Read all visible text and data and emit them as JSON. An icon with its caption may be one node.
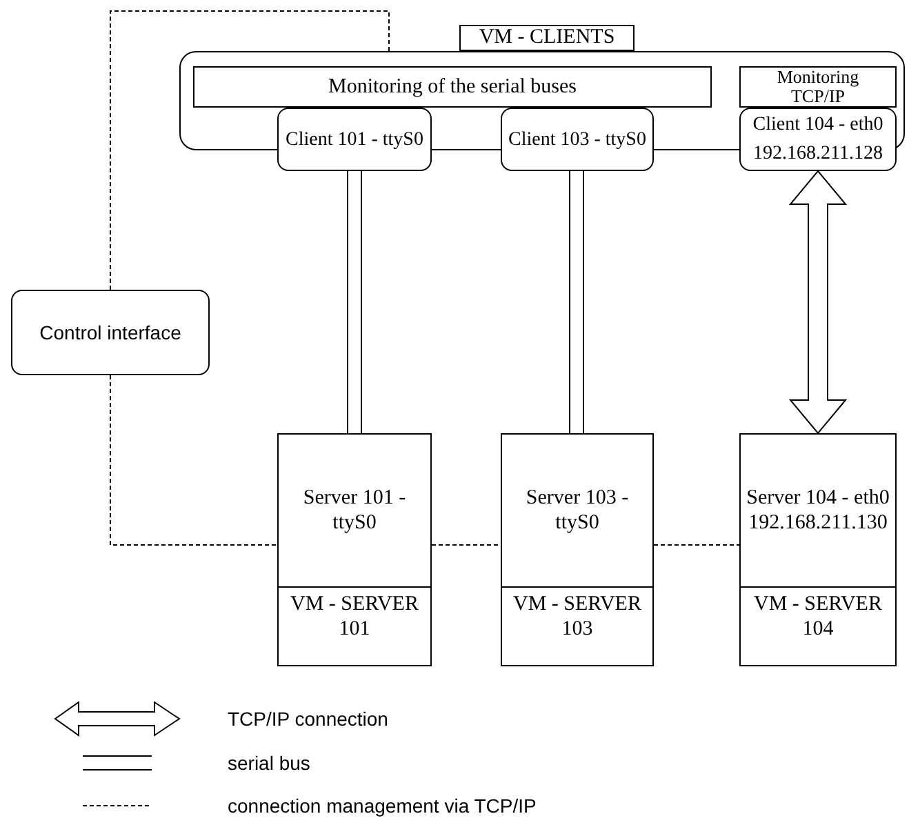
{
  "diagram": {
    "nodes": [
      {
        "text": [
          "VM - CLIENTS"
        ]
      },
      {
        "text": [
          "Monitoring of the serial buses"
        ],
        "in": 0
      },
      {
        "text": [
          "Monitoring TCP/IP"
        ],
        "in": 0
      },
      {
        "text": [
          "Client 101 - ttyS0"
        ]
      },
      {
        "text": [
          "Client 103 - ttyS0"
        ]
      },
      {
        "text": [
          "Client 104 - eth0 192.168.211.128"
        ]
      },
      {
        "text": [
          "Control interface"
        ]
      },
      {
        "text": [
          "Server 101 - ttyS0",
          "VM - SERVER 101"
        ]
      },
      {
        "text": [
          "Server 103 - ttyS0",
          "VM - SERVER 103"
        ]
      },
      {
        "text": [
          "Server 104 - eth0 192.168.211.130",
          "VM - SERVER 104"
        ]
      }
    ],
    "edges": [
      {
        "from": 3,
        "to": 7,
        "arrow": "none"
      },
      {
        "from": 4,
        "to": 8,
        "arrow": "none"
      },
      {
        "from": 5,
        "to": 9,
        "arrow": "both",
        "style": "thick"
      },
      {
        "from": 6,
        "to": 0,
        "arrow": "none",
        "style": "dashed"
      },
      {
        "from": 6,
        "to": 7,
        "arrow": "none",
        "style": "dashed"
      },
      {
        "from": 7,
        "to": 8,
        "arrow": "none",
        "style": "dashed"
      },
      {
        "from": 8,
        "to": 9,
        "arrow": "none",
        "style": "dashed"
      }
    ],
    "legend": [
      {
        "text": "TCP/IP connection"
      },
      {
        "text": "serial bus"
      },
      {
        "text": "connection management via TCP/IP"
      }
    ]
  }
}
